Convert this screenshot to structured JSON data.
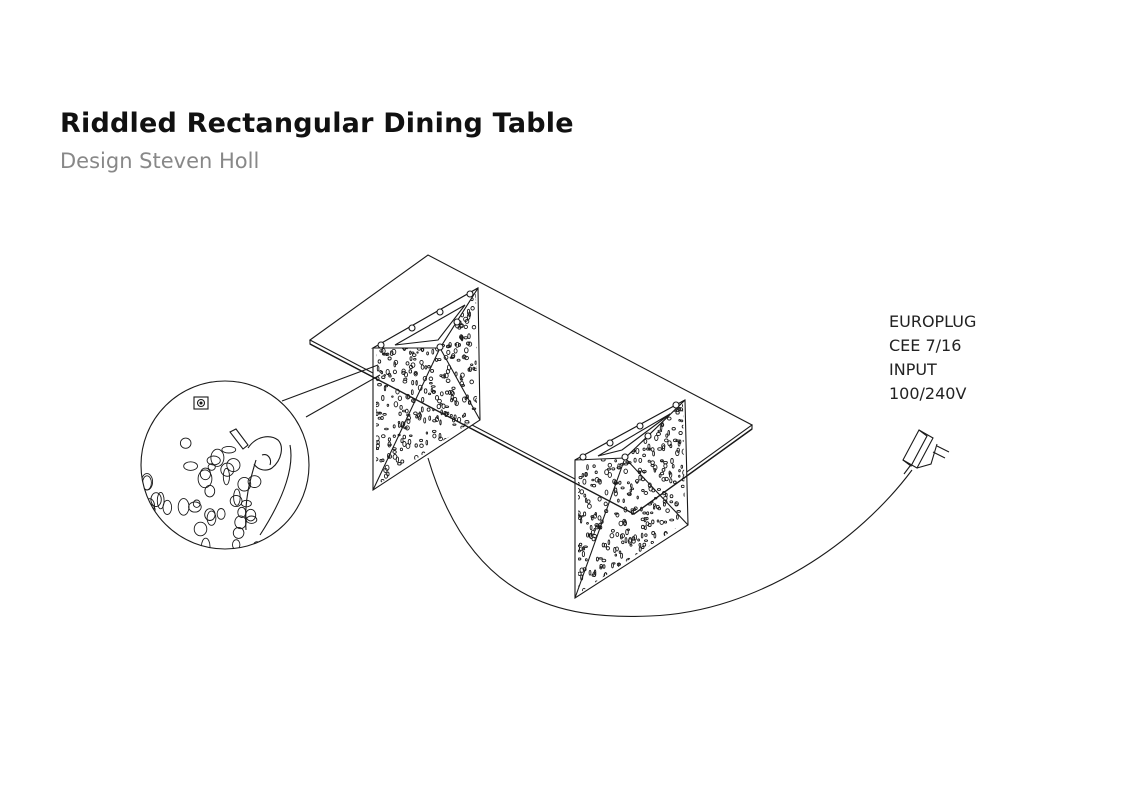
{
  "header": {
    "title": "Riddled Rectangular Dining Table",
    "subtitle": "Design Steven Holl"
  },
  "spec_label": {
    "lines": [
      "EUROPLUG",
      "CEE 7/16",
      "INPUT",
      "100/240V"
    ]
  },
  "colors": {
    "line": "#1a1a1a",
    "subtitle": "#888888"
  },
  "icons": [
    "power-socket-icon",
    "power-plug-icon",
    "hand-icon"
  ]
}
